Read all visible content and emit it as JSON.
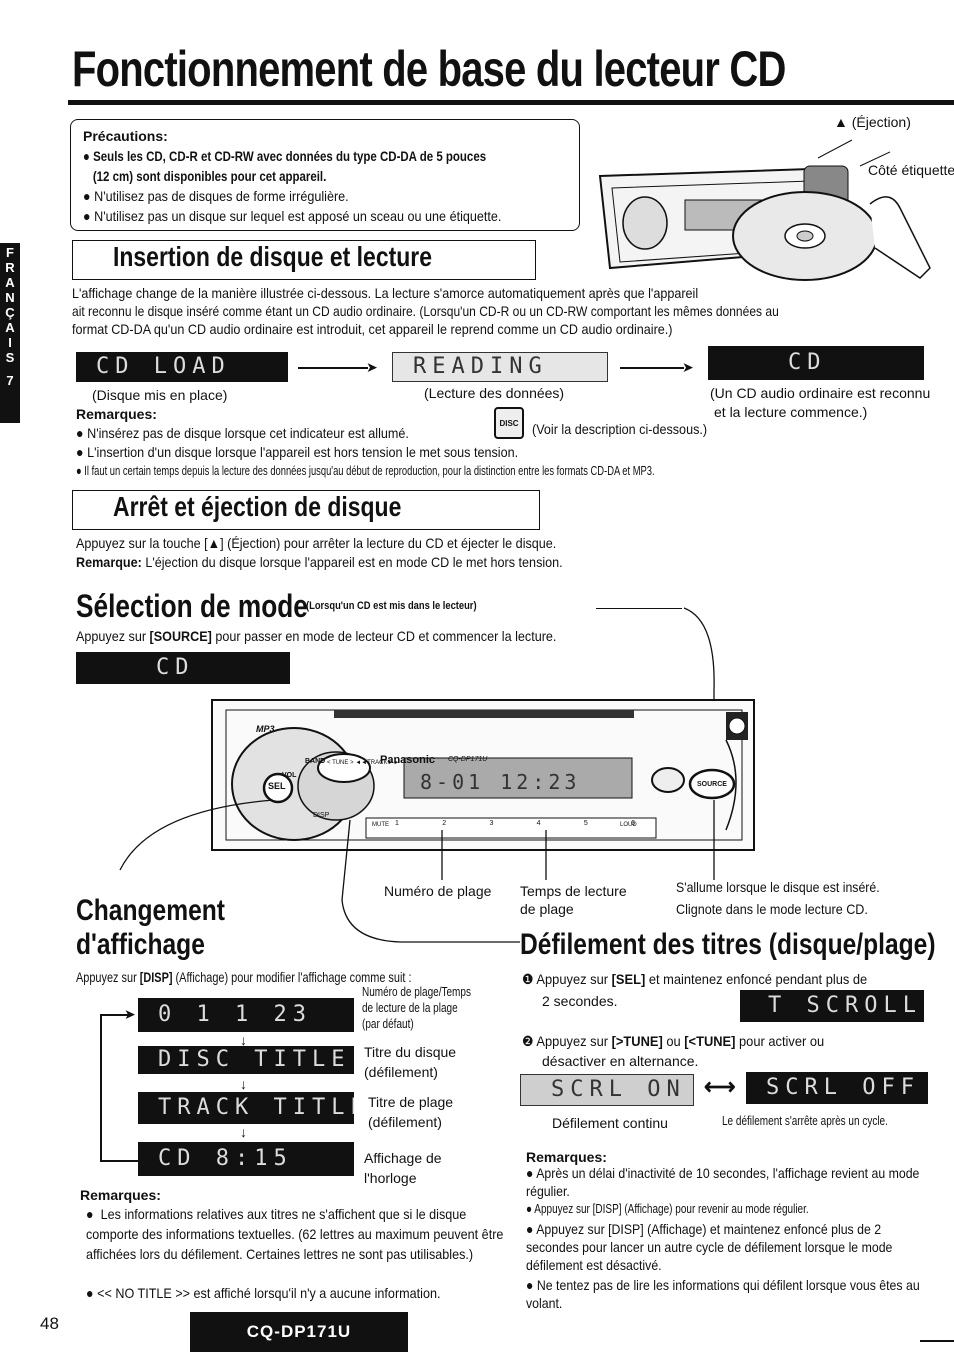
{
  "page_title": "Fonctionnement de base du lecteur CD",
  "side_tab": {
    "letters": [
      "F",
      "R",
      "A",
      "N",
      "Ç",
      "A",
      "I",
      "S"
    ],
    "page_ref": "7"
  },
  "precautions": {
    "heading": "Précautions:",
    "items": [
      "Seuls les CD, CD-R et CD-RW avec données du type CD-DA de 5 pouces",
      "(12 cm) sont disponibles pour cet appareil.",
      "N'utilisez pas de disques de forme irrégulière.",
      "N'utilisez pas un disque sur lequel est apposé un sceau ou une étiquette."
    ]
  },
  "figure_top": {
    "eject_label": "▲ (Éjection)",
    "label_side": "Côté étiquette"
  },
  "insertion": {
    "heading": "Insertion de disque et lecture",
    "para": [
      "L'affichage change de la manière illustrée ci-dessous.  La lecture s'amorce automatiquement après que l'appareil",
      "ait reconnu le disque inséré comme étant un CD audio ordinaire. (Lorsqu'un CD-R ou un CD-RW comportant les mêmes données au",
      "format CD-DA qu'un CD audio ordinaire est introduit, cet appareil le reprend comme un CD audio ordinaire.)"
    ],
    "displays": [
      "CD LOAD",
      "READING",
      "CD"
    ],
    "captions": [
      "(Disque mis en place)",
      "(Lecture des données)",
      "(Un CD audio ordinaire est reconnu",
      "et la lecture commence.)"
    ],
    "remarks_heading": "Remarques:",
    "remarks": [
      "N'insérez pas de disque lorsque cet indicateur est allumé.",
      "(Voir la description ci-dessous.)",
      "L'insertion d'un disque lorsque l'appareil est hors tension le met sous tension.",
      "Il faut un certain temps depuis la lecture des données jusqu'au début de reproduction, pour la distinction entre les formats CD-DA et MP3."
    ],
    "disc_icon_label": "DISC"
  },
  "arret": {
    "heading": "Arrêt et éjection de disque",
    "line1_a": "Appuyez sur la touche [",
    "line1_b": "] (Éjection) pour arrêter la lecture du CD et éjecter le disque.",
    "remark_label": "Remarque:",
    "remark_text": " L'éjection du disque lorsque l'appareil est en mode CD le met hors tension."
  },
  "selection": {
    "heading": "Sélection de mode",
    "heading_sub": "(Lorsqu'un CD est mis dans le lecteur)",
    "line_a": "Appuyez sur ",
    "line_key": "[SOURCE]",
    "line_b": " pour passer en mode de lecteur CD et commencer la lecture.",
    "display": "CD"
  },
  "device": {
    "brand": "Panasonic",
    "model_small": "CQ-DP171U",
    "mp3": "MP3",
    "buttons": [
      "SEL",
      "BAND",
      "VOL",
      "DISP",
      "SOURCE",
      "MUTE",
      "LOUD"
    ],
    "tune_label": "< TUNE > ◄◄TRACK►►",
    "presets": [
      "1",
      "2",
      "3",
      "4",
      "5",
      "6"
    ],
    "display_text": "8-01 12:23",
    "callouts": [
      "Numéro de plage",
      "Temps de lecture",
      "de plage",
      "S'allume lorsque le disque est inséré.",
      "Clignote dans le mode lecture CD."
    ]
  },
  "changement": {
    "heading_l1": "Changement",
    "heading_l2": "d'affichage",
    "intro_a": "Appuyez sur ",
    "intro_key": "[DISP]",
    "intro_b": " (Affichage) pour modifier l'affichage comme suit :",
    "steps": [
      {
        "display": "0 1  1 23",
        "label_lines": [
          "Numéro de plage/Temps",
          "de lecture de la plage",
          "(par défaut)"
        ]
      },
      {
        "display": "DISC TITLE",
        "label_lines": [
          "Titre du disque",
          "(défilement)"
        ]
      },
      {
        "display": "TRACK TITLE",
        "label_lines": [
          "Titre de plage",
          "(défilement)"
        ]
      },
      {
        "display": "CD  8:15",
        "label_lines": [
          "Affichage de",
          "l'horloge"
        ]
      }
    ],
    "remarks_heading": "Remarques:",
    "remarks": [
      "Les informations relatives aux titres ne s'affichent que si le disque comporte des informations textuelles. (62 lettres au maximum peuvent être affichées lors du défilement. Certaines lettres ne sont pas utilisables.)",
      "<< NO TITLE >> est affiché lorsqu'il n'y a aucune information."
    ]
  },
  "defilement": {
    "heading": "Défilement des titres (disque/plage)",
    "step1_num": "❶",
    "step1_a": " Appuyez sur ",
    "step1_key": "[SEL]",
    "step1_b": " et maintenez enfoncé pendant plus de",
    "step1_c": "2 secondes.",
    "display1": "T SCROLL",
    "step2_num": "❷",
    "step2_a": " Appuyez sur ",
    "step2_key1": "[>TUNE]",
    "step2_ou": "  ou  ",
    "step2_key2": "[<TUNE]",
    "step2_b": "  pour activer ou",
    "step2_c": "désactiver en alternance.",
    "display_on": "SCRL ON",
    "display_off": "SCRL OFF",
    "toggle_arrow": "⟷",
    "caption_on": "Défilement continu",
    "caption_off": "Le défilement s'arrête après un cycle.",
    "remarks_heading": "Remarques:",
    "remarks": [
      "Après un délai d'inactivité de 10 secondes, l'affichage revient au mode régulier.",
      "Appuyez sur [DISP] (Affichage) pour revenir au mode régulier.",
      "Appuyez sur [DISP] (Affichage) et maintenez enfoncé plus de 2 secondes pour lancer un autre cycle de défilement lorsque le mode défilement est désactivé.",
      "Ne tentez pas de lire les informations qui défilent lorsque vous êtes au volant."
    ]
  },
  "footer": {
    "page_number": "48",
    "model": "CQ-DP171U"
  }
}
